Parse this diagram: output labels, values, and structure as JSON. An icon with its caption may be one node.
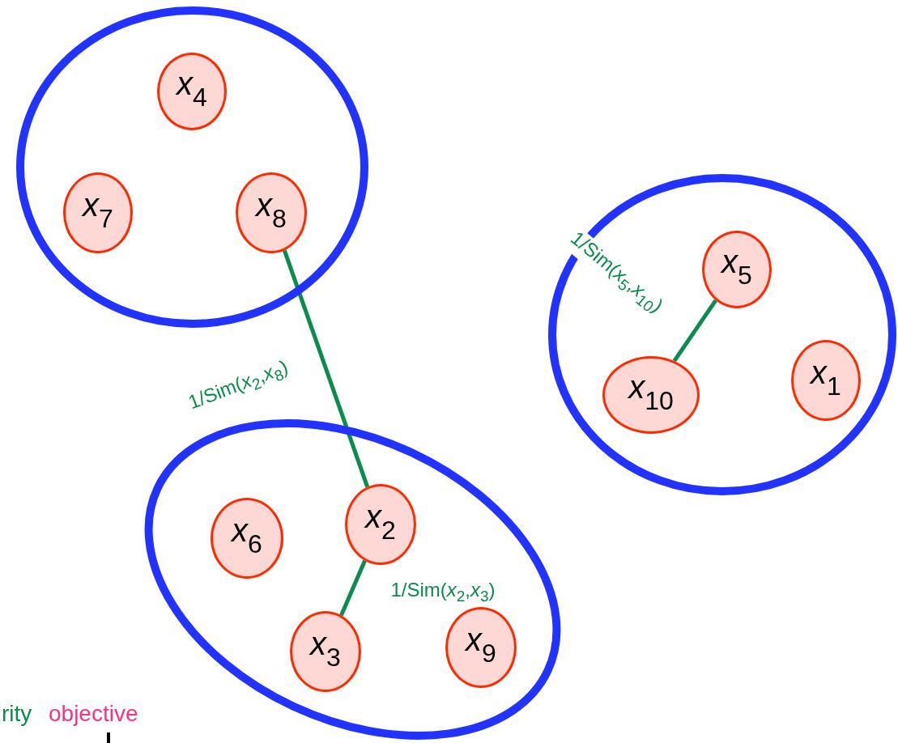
{
  "diagram": {
    "nodes": [
      {
        "text": [],
        "shape": "ellipse"
      },
      {
        "text": [
          "*x*$_{4}$"
        ],
        "in": 0
      },
      {
        "text": [
          "*x*$_{7}$"
        ],
        "in": 0
      },
      {
        "text": [
          "*x*$_{8}$"
        ],
        "in": 0
      },
      {
        "text": [],
        "shape": "ellipse"
      },
      {
        "text": [
          "*x*$_{5}$"
        ],
        "in": 4
      },
      {
        "text": [
          "*x*$_{10}$"
        ],
        "in": 4
      },
      {
        "text": [
          "*x*$_{1}$"
        ],
        "in": 4
      },
      {
        "text": [],
        "shape": "ellipse"
      },
      {
        "text": [
          "*x*$_{6}$"
        ],
        "in": 8
      },
      {
        "text": [
          "*x*$_{2}$"
        ],
        "in": 8
      },
      {
        "text": [
          "*x*$_{3}$"
        ],
        "in": 8
      },
      {
        "text": [
          "*x*$_{9}$"
        ],
        "in": 8
      }
    ],
    "edges": [
      {
        "from": 3,
        "to": 10,
        "arrow": "none",
        "label": "1/Sim(*x*$_{2}$,*x*$_{8}$)"
      },
      {
        "from": 5,
        "to": 6,
        "arrow": "none",
        "label": "1/Sim(*x*$_{5}$,*x*$_{10}$)"
      },
      {
        "from": 10,
        "to": 11,
        "arrow": "none",
        "label": "1/Sim(*x*$_{2}$,*x*$_{3}$)"
      }
    ],
    "labels": [
      "rity",
      "objective"
    ]
  }
}
